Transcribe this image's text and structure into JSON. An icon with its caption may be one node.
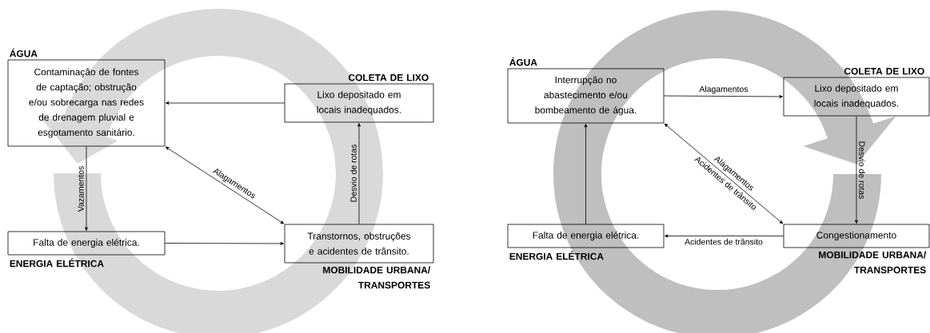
{
  "diagram": {
    "nodes": [
      {
        "text": [
          "ÁGUA",
          "Contaminação de fontes de captação; obstrução e/ou sobrecarga nas redes de drenagem pluvial e esgotamento sanitário."
        ]
      },
      {
        "text": [
          "COLETA DE LIXO",
          "Lixo depositado em locais inadequados."
        ]
      },
      {
        "text": [
          "Falta de energia elétrica.",
          "ENERGIA ELÉTRICA"
        ]
      },
      {
        "text": [
          "Transtornos, obstruções e acidentes de trânsito.",
          "MOBILIDADE URBANA/ TRANSPORTES"
        ]
      },
      {
        "text": [
          "ÁGUA",
          "Interrupção no abastecimento e/ou bombeamento de água."
        ]
      },
      {
        "text": [
          "COLETA DE LIXO",
          "Lixo depositado em locais inadequados."
        ]
      },
      {
        "text": [
          "Falta de energia elétrica.",
          "ENERGIA ELÉTRICA"
        ]
      },
      {
        "text": [
          "Congestionamento",
          "MOBILIDADE URBANA/ TRANSPORTES"
        ]
      }
    ],
    "edges": [
      {
        "from": 1,
        "to": 0,
        "arrow": "to"
      },
      {
        "from": 0,
        "to": 2,
        "arrow": "to",
        "label": "Vazamentos"
      },
      {
        "from": 0,
        "to": 3,
        "arrow": "both",
        "label": "Alagamentos"
      },
      {
        "from": 2,
        "to": 3,
        "arrow": "to"
      },
      {
        "from": 3,
        "to": 1,
        "arrow": "to",
        "label": "Desvio de rotas"
      },
      {
        "from": 4,
        "to": 5,
        "arrow": "to",
        "label": "Alagamentos"
      },
      {
        "from": 5,
        "to": 7,
        "arrow": "to",
        "label": "Desvio de rotas"
      },
      {
        "from": 4,
        "to": 7,
        "arrow": "both",
        "label": "Alagamentos"
      },
      {
        "from": 7,
        "to": 6,
        "arrow": "to",
        "label": "Acidentes de trânsito"
      },
      {
        "from": 6,
        "to": 4,
        "arrow": "to"
      }
    ],
    "labels": [
      "Acidentes de trânsito"
    ]
  }
}
